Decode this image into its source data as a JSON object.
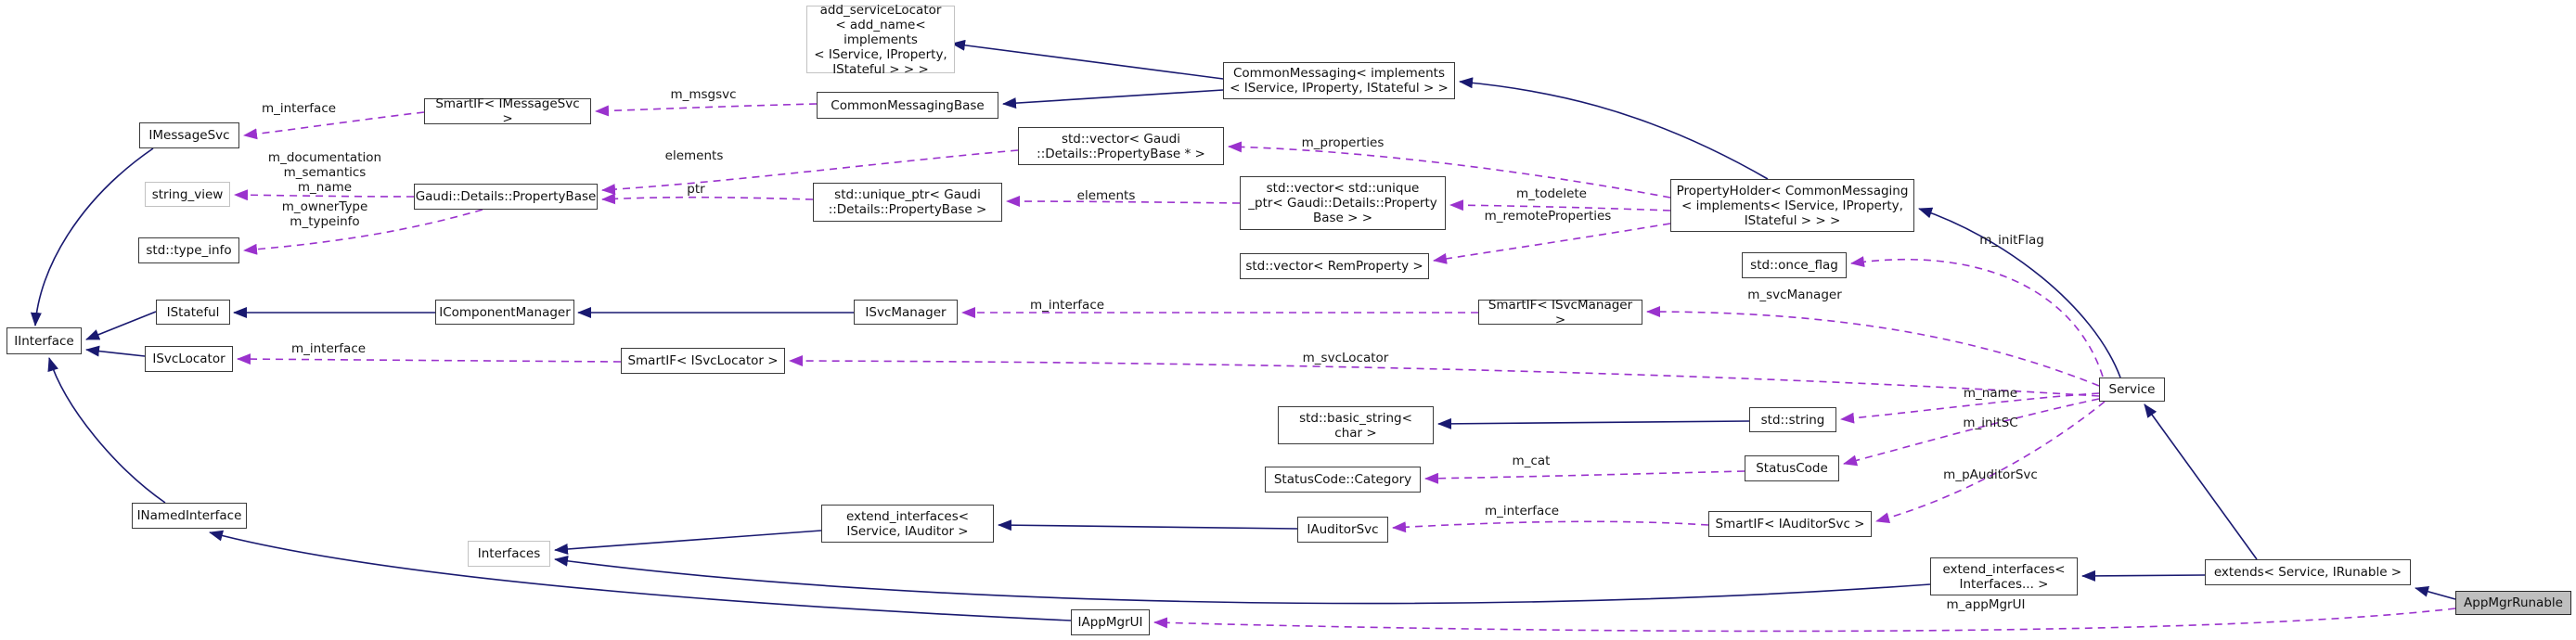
{
  "diagram": {
    "title": "AppMgrRunable collaboration graph",
    "focus_node": "AppMgrRunable",
    "colors": {
      "inheritance_edge": "#191970",
      "usage_edge": "#9a32cd",
      "node_border": "#3a3a3a",
      "undocumented_border": "#c2c2c2",
      "focus_fill": "#bfbfbf",
      "node_fill": "#ffffff"
    },
    "nodes": {
      "addServiceLocator": {
        "label": "add_serviceLocator\n< add_name< implements\n< IService, IProperty,\nIStateful > > >"
      },
      "commonMessaging": {
        "label": "CommonMessaging< implements\n< IService, IProperty, IStateful > >"
      },
      "commonMessagingBase": {
        "label": "CommonMessagingBase"
      },
      "smartifIMessageSvc": {
        "label": "SmartIF< IMessageSvc >"
      },
      "iMessageSvc": {
        "label": "IMessageSvc"
      },
      "stringView": {
        "label": "string_view"
      },
      "propertyBase": {
        "label": "Gaudi::Details::PropertyBase"
      },
      "typeInfo": {
        "label": "std::type_info"
      },
      "vectorPropertyBasePtr": {
        "label": "std::vector< Gaudi\n::Details::PropertyBase * >"
      },
      "uniquePtr": {
        "label": "std::unique_ptr< Gaudi\n::Details::PropertyBase >"
      },
      "vectorUniquePtr": {
        "label": "std::vector< std::unique\n_ptr< Gaudi::Details::Property\nBase > >"
      },
      "propertyHolder": {
        "label": "PropertyHolder< CommonMessaging\n< implements< IService, IProperty,\nIStateful > > >"
      },
      "vectorRemProperty": {
        "label": "std::vector< RemProperty >"
      },
      "onceFlag": {
        "label": "std::once_flag"
      },
      "iStateful": {
        "label": "IStateful"
      },
      "iComponentManager": {
        "label": "IComponentManager"
      },
      "iSvcManager": {
        "label": "ISvcManager"
      },
      "smartifISvcManager": {
        "label": "SmartIF< ISvcManager >"
      },
      "iInterface": {
        "label": "IInterface"
      },
      "iSvcLocator": {
        "label": "ISvcLocator"
      },
      "smartifISvcLocator": {
        "label": "SmartIF< ISvcLocator >"
      },
      "service": {
        "label": "Service"
      },
      "basicString": {
        "label": "std::basic_string<\nchar >"
      },
      "stdString": {
        "label": "std::string"
      },
      "statusCodeCategory": {
        "label": "StatusCode::Category"
      },
      "statusCode": {
        "label": "StatusCode"
      },
      "iNamedInterface": {
        "label": "INamedInterface"
      },
      "extendInterfacesServiceAuditor": {
        "label": "extend_interfaces<\nIService, IAuditor >"
      },
      "iAuditorSvc": {
        "label": "IAuditorSvc"
      },
      "smartifIAuditorSvc": {
        "label": "SmartIF< IAuditorSvc >"
      },
      "interfaces": {
        "label": "Interfaces"
      },
      "extendInterfacesVariadic": {
        "label": "extend_interfaces<\nInterfaces... >"
      },
      "extendsServiceIRunable": {
        "label": "extends< Service, IRunable >"
      },
      "appMgrRunable": {
        "label": "AppMgrRunable"
      },
      "iAppMgrUI": {
        "label": "IAppMgrUI"
      }
    },
    "edge_labels": {
      "mInterfaceMsg": "m_interface",
      "mMsgsvc": "m_msgsvc",
      "mDocSemName": "m_documentation\nm_semantics\nm_name",
      "mOwnerTypeTypeinfo": "m_ownerType\nm_typeinfo",
      "elements1": "elements",
      "ptr": "ptr",
      "elements2": "elements",
      "mProperties": "m_properties",
      "mTodelete": "m_todelete",
      "mRemoteProperties": "m_remoteProperties",
      "mInitFlag": "m_initFlag",
      "mSvcManager": "m_svcManager",
      "mInterfaceSvcMgr": "m_interface",
      "mInterfaceSvcLoc": "m_interface",
      "mSvcLocator": "m_svcLocator",
      "mName": "m_name",
      "mInitSC": "m_initSC",
      "mCat": "m_cat",
      "mPAuditorSvc": "m_pAuditorSvc",
      "mInterfaceAuditor": "m_interface",
      "mAppMgrUI": "m_appMgrUI"
    }
  }
}
